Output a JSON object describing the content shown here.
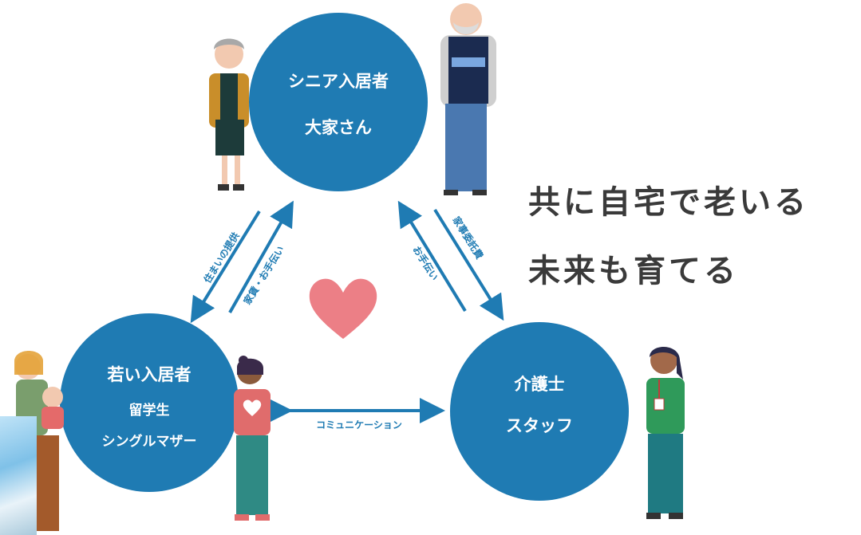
{
  "circles": {
    "top": {
      "line1": "シニア入居者",
      "line2": "大家さん"
    },
    "left": {
      "line1": "若い入居者",
      "line2": "留学生",
      "line3": "シングルマザー"
    },
    "right": {
      "line1": "介護士",
      "line2": "スタッフ"
    }
  },
  "arrows": {
    "left_outer": "住まいの提供",
    "left_inner": "家賃・お手伝い",
    "right_outer": "家事委託費",
    "right_inner": "お手伝い",
    "bottom": "コミュニケーション"
  },
  "tagline": {
    "line1": "共に自宅で老いる",
    "line2": "未来も育てる"
  },
  "colors": {
    "circle": "#1f7bb3",
    "heart": "#ec7f86",
    "tagline": "#3a3a3a"
  }
}
